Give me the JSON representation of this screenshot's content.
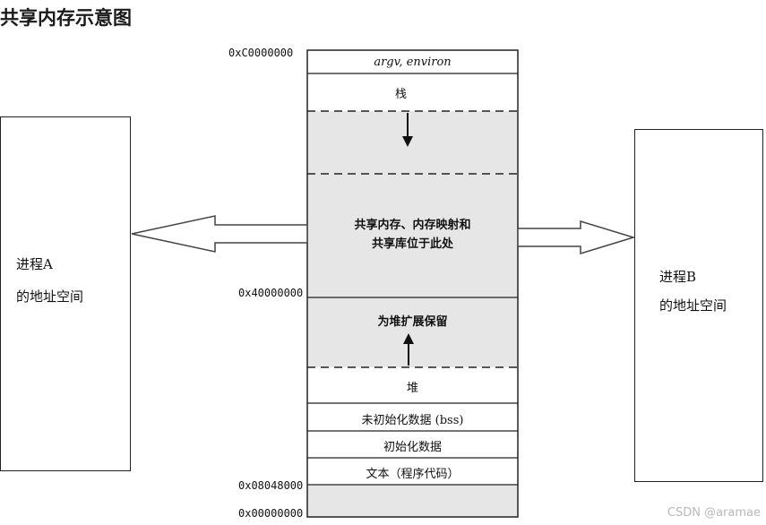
{
  "title": "共享内存示意图",
  "process_a": {
    "line1": "进程A",
    "line2": "的地址空间"
  },
  "process_b": {
    "line1": "进程B",
    "line2": "的地址空间"
  },
  "addresses": {
    "top": "0xC0000000",
    "mid": "0x40000000",
    "text_start": "0x08048000",
    "zero": "0x00000000"
  },
  "segments": {
    "argv": "argv, environ",
    "stack": "栈",
    "shared_line1": "共享内存、内存映射和",
    "shared_line2": "共享库位于此处",
    "heap_reserve": "为堆扩展保留",
    "heap": "堆",
    "bss": "未初始化数据 (bss)",
    "data": "初始化数据",
    "text": "文本（程序代码）"
  },
  "watermark": "CSDN @aramae",
  "colors": {
    "shaded": "#e6e6e6",
    "border": "#222222"
  }
}
